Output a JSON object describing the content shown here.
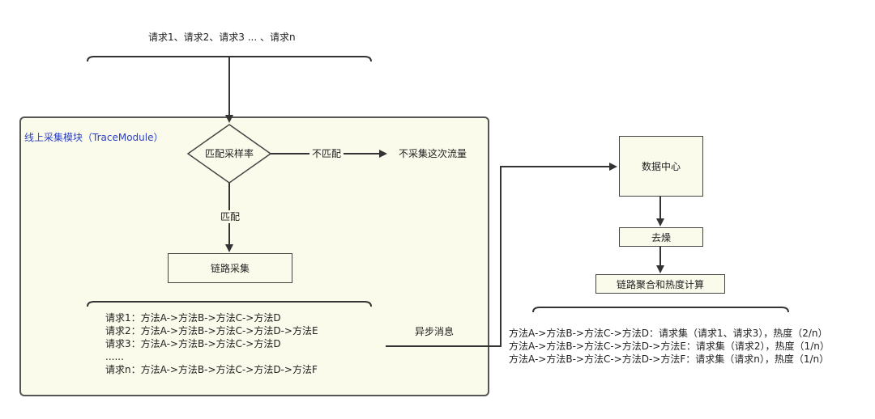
{
  "requests_header": "请求1、请求2、请求3 ... 、请求n",
  "module": {
    "title": "线上采集模块（TraceModule）",
    "decision": "匹配采样率",
    "no_match_label": "不匹配",
    "no_match_result": "不采集这次流量",
    "match_label": "匹配",
    "collect": "链路采集",
    "traces": [
      "请求1：方法A->方法B->方法C->方法D",
      "请求2：方法A->方法B->方法C->方法D->方法E",
      "请求3：方法A->方法B->方法C->方法D",
      "......",
      "请求n：方法A->方法B->方法C->方法D->方法F"
    ]
  },
  "async_label": "异步消息",
  "data_center": "数据中心",
  "dedup": "去燥",
  "aggregate": "链路聚合和热度计算",
  "results": [
    "方法A->方法B->方法C->方法D：请求集（请求1、请求3），热度（2/n）",
    "方法A->方法B->方法C->方法D->方法E：请求集（请求2），热度（1/n）",
    "方法A->方法B->方法C->方法D->方法F：请求集（请求n），热度（1/n）"
  ]
}
